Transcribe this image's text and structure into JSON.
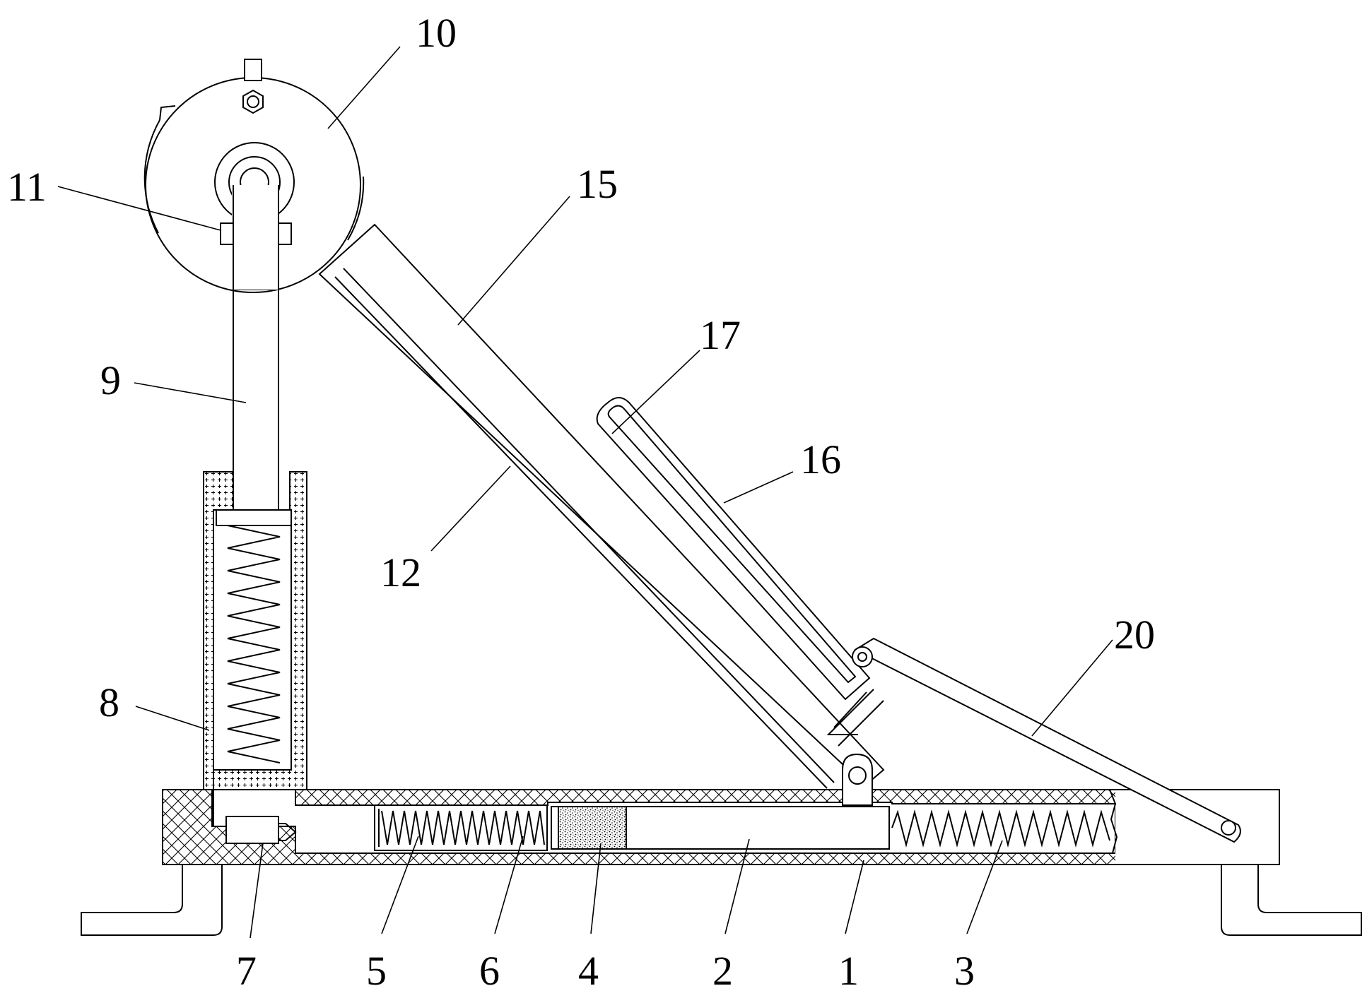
{
  "diagram": {
    "type": "mechanical-patent-drawing",
    "line_color": "#000000",
    "background": "#ffffff",
    "labels": {
      "l1": "1",
      "l2": "2",
      "l3": "3",
      "l4": "4",
      "l5": "5",
      "l6": "6",
      "l7": "7",
      "l8": "8",
      "l9": "9",
      "l10": "10",
      "l11": "11",
      "l12": "12",
      "l15": "15",
      "l16": "16",
      "l17": "17",
      "l20": "20"
    }
  }
}
